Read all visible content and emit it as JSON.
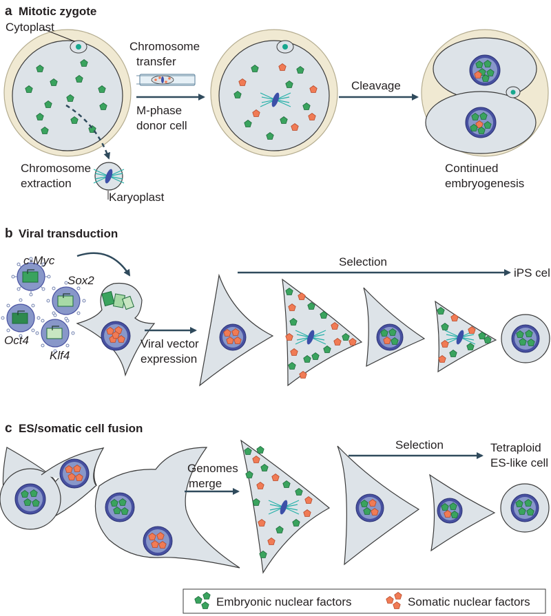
{
  "panel_a": {
    "letter": "a",
    "title": "Mitotic zygote",
    "cytoplast": "Cytoplast",
    "transfer_line1": "Chromosome",
    "transfer_line2": "transfer",
    "donor_line1": "M-phase",
    "donor_line2": "donor cell",
    "extraction_line1": "Chromosome",
    "extraction_line2": "extraction",
    "karyoplast": "Karyoplast",
    "cleavage": "Cleavage",
    "continued_line1": "Continued",
    "continued_line2": "embryogenesis"
  },
  "panel_b": {
    "letter": "b",
    "title": "Viral transduction",
    "genes": [
      "c-Myc",
      "Sox2",
      "Oct4",
      "Klf4"
    ],
    "expression_line1": "Viral vector",
    "expression_line2": "expression",
    "selection": "Selection",
    "ips": "iPS cell"
  },
  "panel_c": {
    "letter": "c",
    "title": "ES/somatic cell fusion",
    "genomes_line1": "Genomes",
    "genomes_line2": "merge",
    "selection": "Selection",
    "tetra_line1": "Tetraploid",
    "tetra_line2": "ES-like cell"
  },
  "legend": {
    "embryonic": "Embryonic nuclear factors",
    "somatic": "Somatic nuclear factors"
  },
  "colors": {
    "embryonic": "#3aa35e",
    "somatic": "#f07b55",
    "nucleus": "#4750a0",
    "cell": "#dde3e8",
    "arrow": "#2f4a5c",
    "spindle": "#25b0a8"
  }
}
